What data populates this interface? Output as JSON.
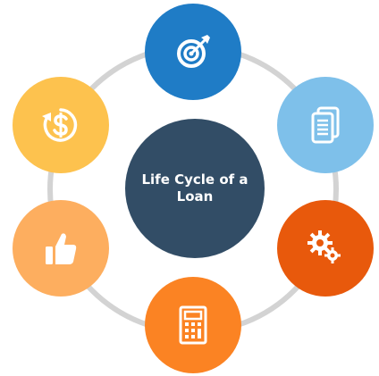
{
  "center": {
    "title": "Life Cycle of a Loan",
    "color": "#324d66"
  },
  "ring_color": "#d3d3d3",
  "nodes": [
    {
      "id": "top",
      "icon": "target-icon",
      "color": "#1f7cc6"
    },
    {
      "id": "upper-right",
      "icon": "document-icon",
      "color": "#7ec0ea"
    },
    {
      "id": "lower-right",
      "icon": "gears-icon",
      "color": "#e8590c"
    },
    {
      "id": "bottom",
      "icon": "calculator-icon",
      "color": "#fb8323"
    },
    {
      "id": "lower-left",
      "icon": "thumbs-up-icon",
      "color": "#fdae5f"
    },
    {
      "id": "upper-left",
      "icon": "dollar-cycle-icon",
      "color": "#fdc24e"
    }
  ]
}
